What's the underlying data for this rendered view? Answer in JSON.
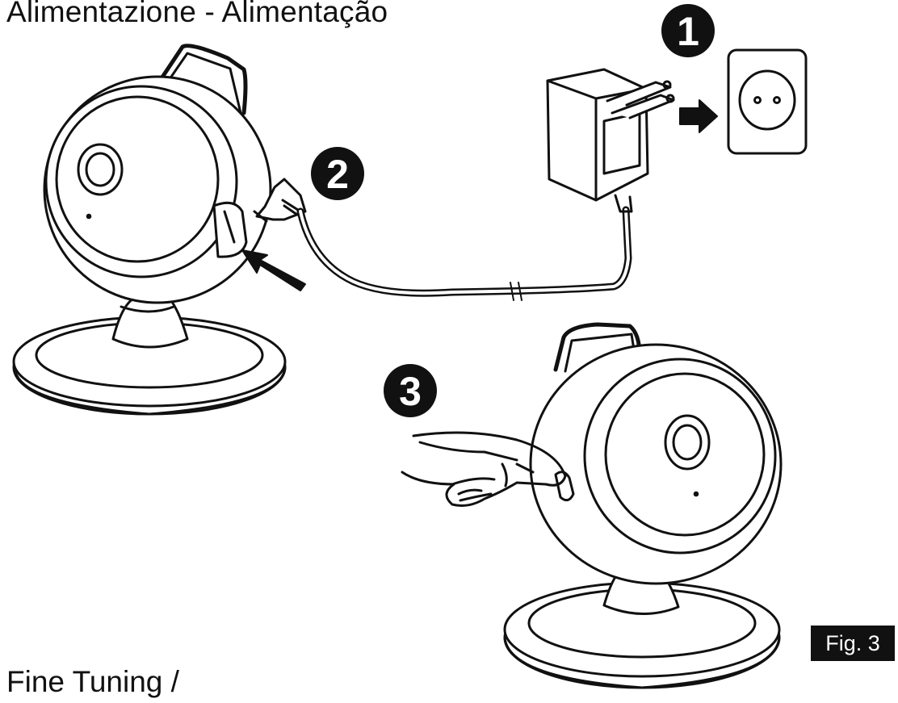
{
  "header": {
    "title": "Alimentazione - Alimentação"
  },
  "steps": [
    {
      "number": "1"
    },
    {
      "number": "2"
    },
    {
      "number": "3"
    }
  ],
  "figure": {
    "label": "Fig. 3"
  },
  "footer": {
    "partial_heading": "Fine Tuning /"
  },
  "colors": {
    "ink": "#111111",
    "paper": "#ffffff"
  }
}
